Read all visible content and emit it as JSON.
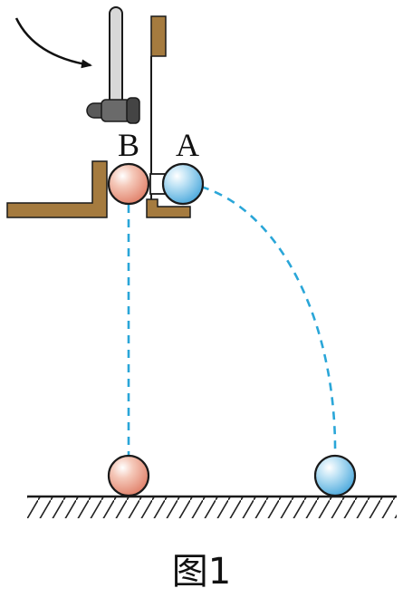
{
  "labels": {
    "ball_b": "B",
    "ball_a": "A"
  },
  "caption": "图1",
  "colors": {
    "wood": "#a57b3f",
    "ball_b_fill": "#f2b6a4",
    "ball_a_fill": "#a8d8f0",
    "trajectory": "#2aa6d8",
    "outline": "#1a1a1a",
    "hammer_head": "#555555",
    "hammer_handle": "#d8d8d8"
  },
  "icons": {
    "hammer": "hammer-icon",
    "swing_arrow": "curved-arrow-icon",
    "ground": "hatched-ground-icon"
  }
}
